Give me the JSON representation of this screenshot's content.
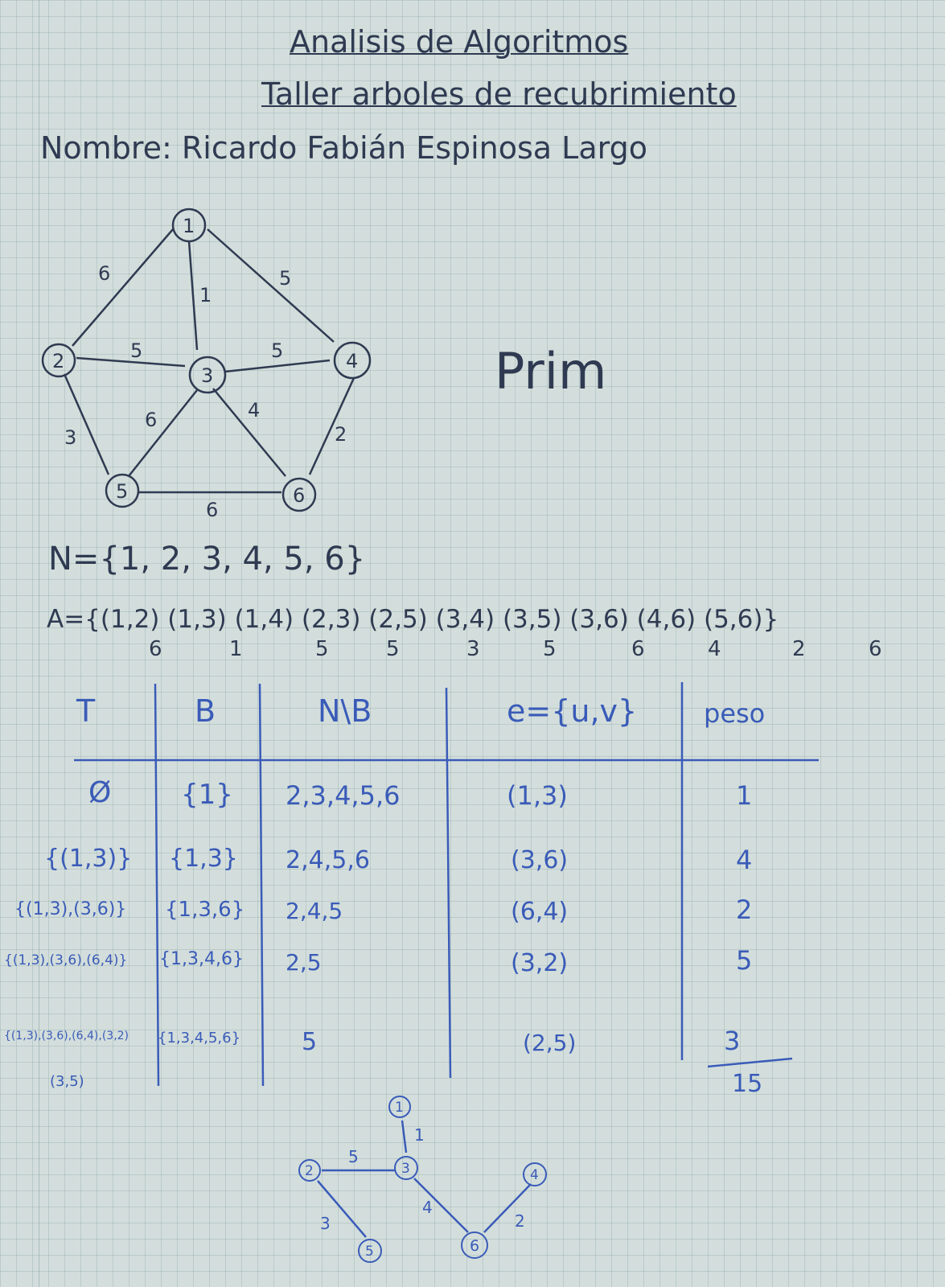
{
  "header": {
    "title_line1": "Analisis de Algoritmos",
    "title_line2": "Taller arboles de recubrimiento",
    "name_line": "Nombre: Ricardo Fabián Espinosa Largo"
  },
  "method_label": "Prim",
  "graph": {
    "nodes": [
      "1",
      "2",
      "3",
      "4",
      "5",
      "6"
    ],
    "edge_weights": {
      "e_1_2": "6",
      "e_1_3": "1",
      "e_1_4": "5",
      "e_2_3": "5",
      "e_2_5": "3",
      "e_3_4": "5",
      "e_3_5": "6",
      "e_3_6": "4",
      "e_4_6": "2",
      "e_5_6": "6"
    }
  },
  "sets": {
    "N_set": "N={1, 2, 3, 4, 5, 6}",
    "A_set": "A={(1,2) (1,3) (1,4) (2,3) (2,5) (3,4) (3,5) (3,6) (4,6) (5,6)}",
    "A_weights": [
      "6",
      "1",
      "5",
      "5",
      "3",
      "5",
      "6",
      "4",
      "2",
      "6"
    ]
  },
  "table": {
    "headers": [
      "T",
      "B",
      "N\\B",
      "e={u,v}",
      "peso"
    ],
    "rows": [
      {
        "T": "Ø",
        "B": "{1}",
        "NB": "2,3,4,5,6",
        "e": "(1,3)",
        "peso": "1"
      },
      {
        "T": "{(1,3)}",
        "B": "{1,3}",
        "NB": "2,4,5,6",
        "e": "(3,6)",
        "peso": "4"
      },
      {
        "T": "{(1,3),(3,6)}",
        "B": "{1,3,6}",
        "NB": "2,4,5",
        "e": "(6,4)",
        "peso": "2"
      },
      {
        "T": "{(1,3),(3,6),(6,4)}",
        "B": "{1,3,4,6}",
        "NB": "2,5",
        "e": "(3,2)",
        "peso": "5"
      },
      {
        "T": "{(1,3),(3,6),(6,4),(3,2)",
        "B": "{1,3,4,5,6}",
        "NB": "5",
        "e": "(2,5)",
        "peso": "3"
      }
    ],
    "t_continuation": "(3,5)",
    "total": "15"
  },
  "mst": {
    "nodes": [
      "1",
      "2",
      "3",
      "4",
      "5",
      "6"
    ],
    "edge_weights": {
      "m_1_3": "1",
      "m_2_3": "5",
      "m_2_5": "3",
      "m_3_6": "4",
      "m_4_6": "2"
    }
  }
}
